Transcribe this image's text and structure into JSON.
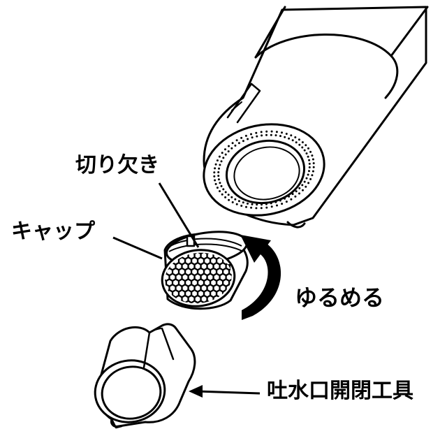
{
  "labels": {
    "notch": "切り欠き",
    "cap": "キャップ",
    "loosen": "ゆるめる",
    "tool": "吐水口開閉工具"
  },
  "colors": {
    "line": "#000000",
    "background": "#ffffff"
  }
}
